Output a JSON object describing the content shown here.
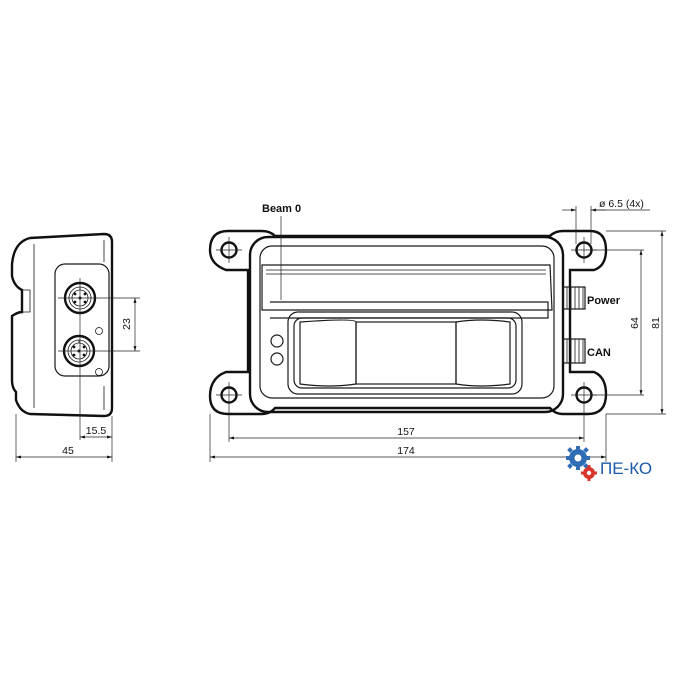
{
  "labels": {
    "beam": "Beam 0",
    "hole": "ø 6.5 (4x)",
    "power": "Power",
    "can": "CAN"
  },
  "dimensions": {
    "side_connector_pitch": "23",
    "side_connector_offset": "15.5",
    "side_depth": "45",
    "hole_pitch_h": "157",
    "overall_length": "174",
    "hole_pitch_v": "64",
    "overall_height": "81"
  },
  "logo": {
    "text": "ПЕ-КО",
    "colors": {
      "gear_blue": "#2f6db5",
      "gear_red": "#d9342b",
      "text": "#1e5aa8"
    }
  }
}
